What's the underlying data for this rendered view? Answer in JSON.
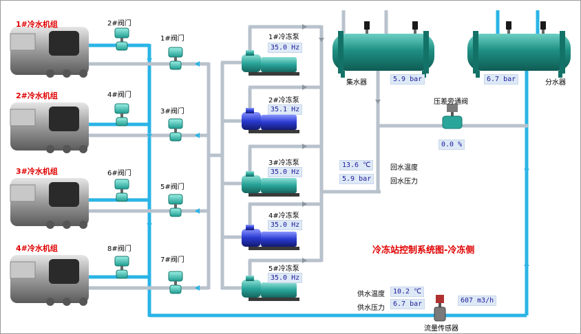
{
  "title": "冷冻站控制系统图-冷冻侧",
  "chillers": [
    {
      "label": "1#冷水机组",
      "left_valve": "2#阀门",
      "right_valve": "1#阀门"
    },
    {
      "label": "2#冷水机组",
      "left_valve": "4#阀门",
      "right_valve": "3#阀门"
    },
    {
      "label": "3#冷水机组",
      "left_valve": "6#阀门",
      "right_valve": "5#阀门"
    },
    {
      "label": "4#冷水机组",
      "left_valve": "8#阀门",
      "right_valve": "7#阀门"
    }
  ],
  "pumps": [
    {
      "label": "1#冷冻泵",
      "value": "35.0 Hz",
      "running": false
    },
    {
      "label": "2#冷冻泵",
      "value": "35.1 Hz",
      "running": true
    },
    {
      "label": "3#冷冻泵",
      "value": "35.0 Hz",
      "running": false
    },
    {
      "label": "4#冷冻泵",
      "value": "35.0 Hz",
      "running": true
    },
    {
      "label": "5#冷冻泵",
      "value": "35.0 Hz",
      "running": false
    }
  ],
  "collector": {
    "label": "集水器",
    "pressure": "5.9 bar"
  },
  "distributor": {
    "label": "分水器",
    "pressure": "6.7 bar"
  },
  "bypass_valve": {
    "label": "压差旁通阀",
    "opening": "0.0  %"
  },
  "return_water": {
    "temp_label": "回水温度",
    "temp": "13.6 ℃",
    "pressure_label": "回水压力",
    "pressure": "5.9 bar"
  },
  "supply_water": {
    "temp_label": "供水温度",
    "temp": "10.2 ℃",
    "pressure_label": "供水压力",
    "pressure": "6.7 bar"
  },
  "flow_sensor": {
    "label": "流量传感器",
    "value": "607 m3/h"
  },
  "colors": {
    "pipe_blue": "#2ab4e6",
    "pipe_grey": "#b8c2cc",
    "pump_idle": "#2aa59a",
    "pump_running": "#2a3ad0",
    "vessel": "#2a9a8e",
    "label_red": "#e00000"
  }
}
